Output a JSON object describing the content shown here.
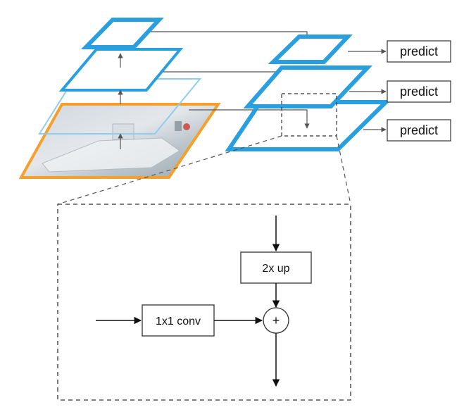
{
  "predictions": [
    {
      "label": "predict"
    },
    {
      "label": "predict"
    },
    {
      "label": "predict"
    }
  ],
  "detail": {
    "upsample_label": "2x up",
    "lateral_label": "1x1 conv",
    "merge_symbol": "+"
  },
  "colors": {
    "pyramid_blue": "#2a9fe0",
    "pyramid_light_blue": "#8fcdf0",
    "image_border_orange": "#f5a02a",
    "line_gray": "#555555",
    "box_border": "#333333"
  }
}
